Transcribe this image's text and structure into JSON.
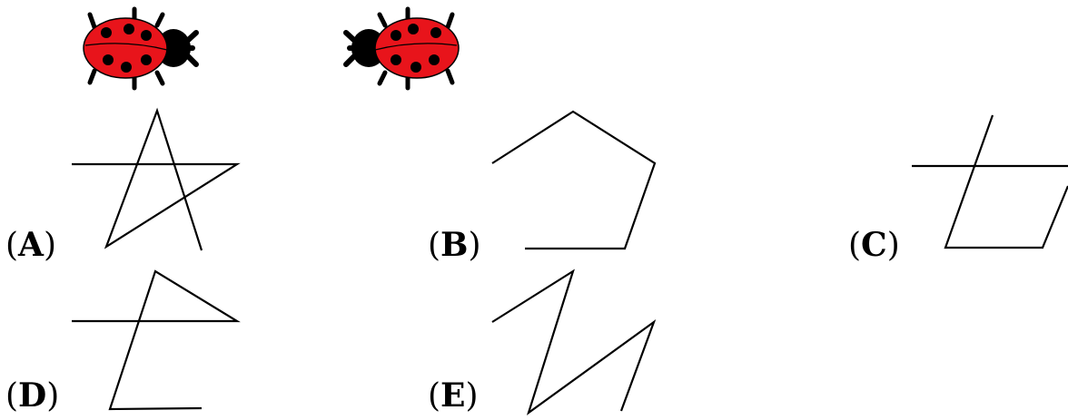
{
  "ladybug": {
    "body_color": "#e8141b",
    "spot_color": "#000000",
    "outline_color": "#000000"
  },
  "options": [
    {
      "letter": "A",
      "path_shape": "star"
    },
    {
      "letter": "B",
      "path_shape": "pentagon-open"
    },
    {
      "letter": "C",
      "path_shape": "parallelogram-with-line"
    },
    {
      "letter": "D",
      "path_shape": "triangle-with-tail"
    },
    {
      "letter": "E",
      "path_shape": "zigzag"
    }
  ]
}
